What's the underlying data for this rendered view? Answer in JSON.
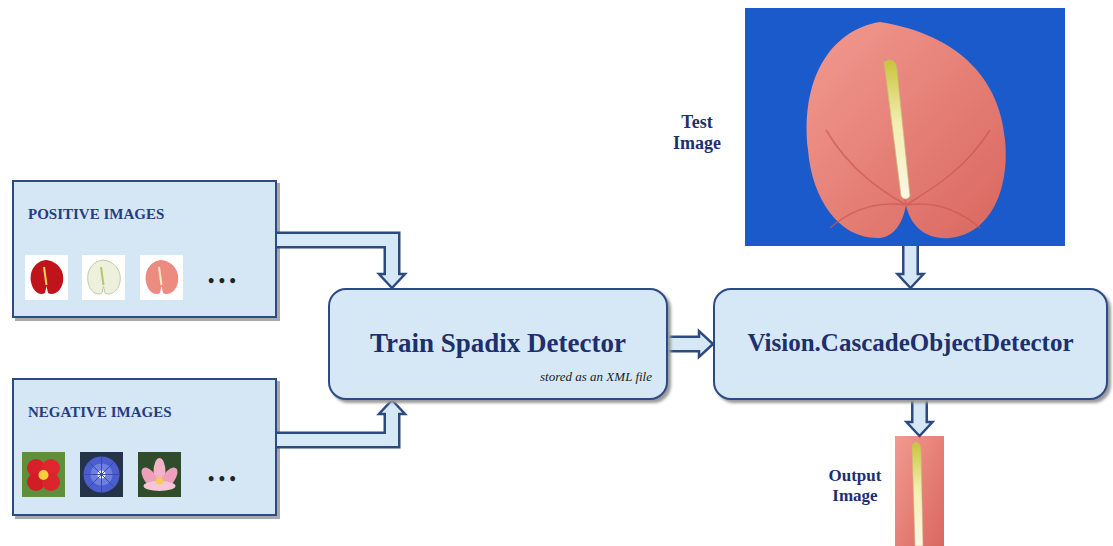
{
  "diagram": {
    "nodes": [
      {
        "text": [
          "POSITIVE IMAGES",
          "• • •"
        ]
      },
      {
        "text": [
          "NEGATIVE IMAGES",
          "• • •"
        ]
      },
      {
        "text": [
          "Train Spadix Detector",
          "stored as an XML file"
        ]
      },
      {
        "text": [
          "Test Image"
        ]
      },
      {
        "text": [
          "Vision.CascadeObjectDetector"
        ]
      },
      {
        "text": [
          "Output Image"
        ]
      }
    ],
    "edges": [
      {
        "from": 0,
        "to": 2,
        "arrow": "to"
      },
      {
        "from": 1,
        "to": 2,
        "arrow": "to"
      },
      {
        "from": 2,
        "to": 4,
        "arrow": "to"
      },
      {
        "from": 3,
        "to": 4,
        "arrow": "to"
      },
      {
        "from": 4,
        "to": 5,
        "arrow": "to"
      }
    ]
  }
}
